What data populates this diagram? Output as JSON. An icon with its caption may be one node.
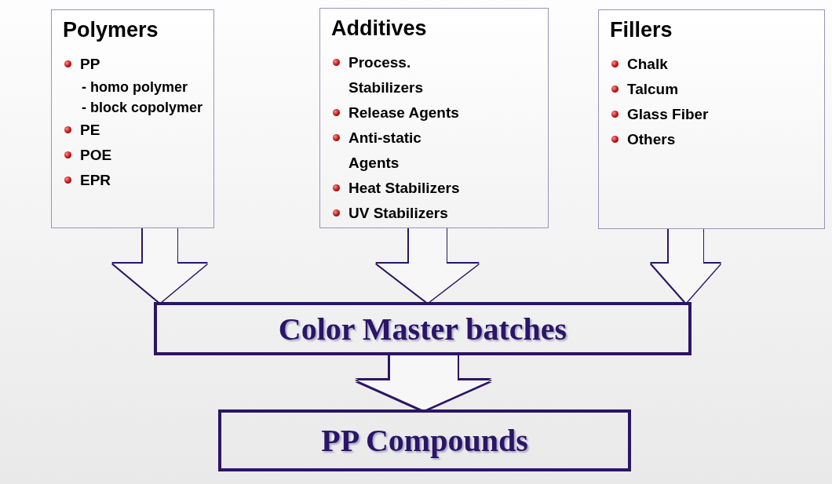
{
  "diagram": {
    "nodes": [
      {
        "text": [
          "Polymers",
          "PP",
          "- homo polymer",
          "- block copolymer",
          "PE",
          "POE",
          "EPR"
        ]
      },
      {
        "text": [
          "Additives",
          "Process. Stabilizers",
          "Release Agents",
          "Anti-static Agents",
          "Heat Stabilizers",
          "UV Stabilizers"
        ]
      },
      {
        "text": [
          "Fillers",
          "Chalk",
          "Talcum",
          "Glass Fiber",
          "Others"
        ]
      },
      {
        "text": [
          "Color Master batches"
        ]
      },
      {
        "text": [
          "PP Compounds"
        ]
      }
    ],
    "edges": [
      {
        "from": 0,
        "to": 3,
        "arrow": "to"
      },
      {
        "from": 1,
        "to": 3,
        "arrow": "to"
      },
      {
        "from": 2,
        "to": 3,
        "arrow": "to"
      },
      {
        "from": 3,
        "to": 4,
        "arrow": "to",
        "style": "thick"
      }
    ]
  }
}
